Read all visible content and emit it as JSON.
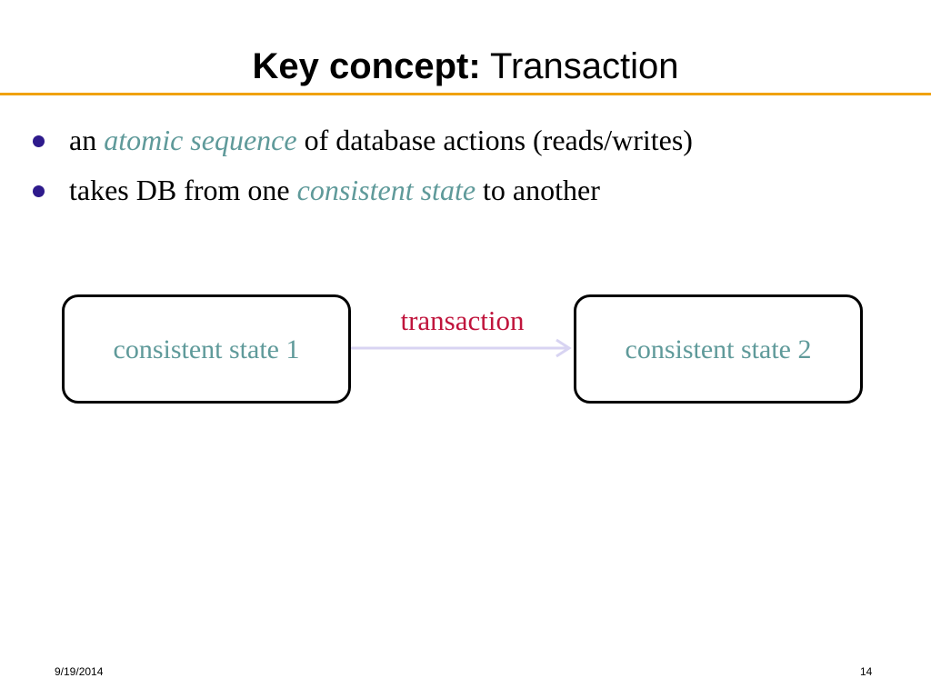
{
  "title": {
    "bold": "Key concept:",
    "rest": "Transaction"
  },
  "bullets": [
    {
      "before": "an",
      "emphasis": "atomic sequence",
      "after": "of database actions (reads/writes)"
    },
    {
      "before": "takes DB from one",
      "emphasis": "consistent state",
      "after": "to another"
    }
  ],
  "diagram": {
    "nodes": [
      {
        "id": "state-1",
        "label": "consistent state 1"
      },
      {
        "id": "state-2",
        "label": "consistent state 2"
      }
    ],
    "edges": [
      {
        "from": "state-1",
        "to": "state-2",
        "label": "transaction"
      }
    ]
  },
  "footer": {
    "date": "9/19/2014",
    "page": "14"
  },
  "colors": {
    "rule": "#f0a20c",
    "bullet_dot": "#2e1a8c",
    "emphasis": "#5f9a9a",
    "node_text": "#5f9a9a",
    "edge_label": "#c0143c",
    "arrow": "#d8d4f2"
  }
}
